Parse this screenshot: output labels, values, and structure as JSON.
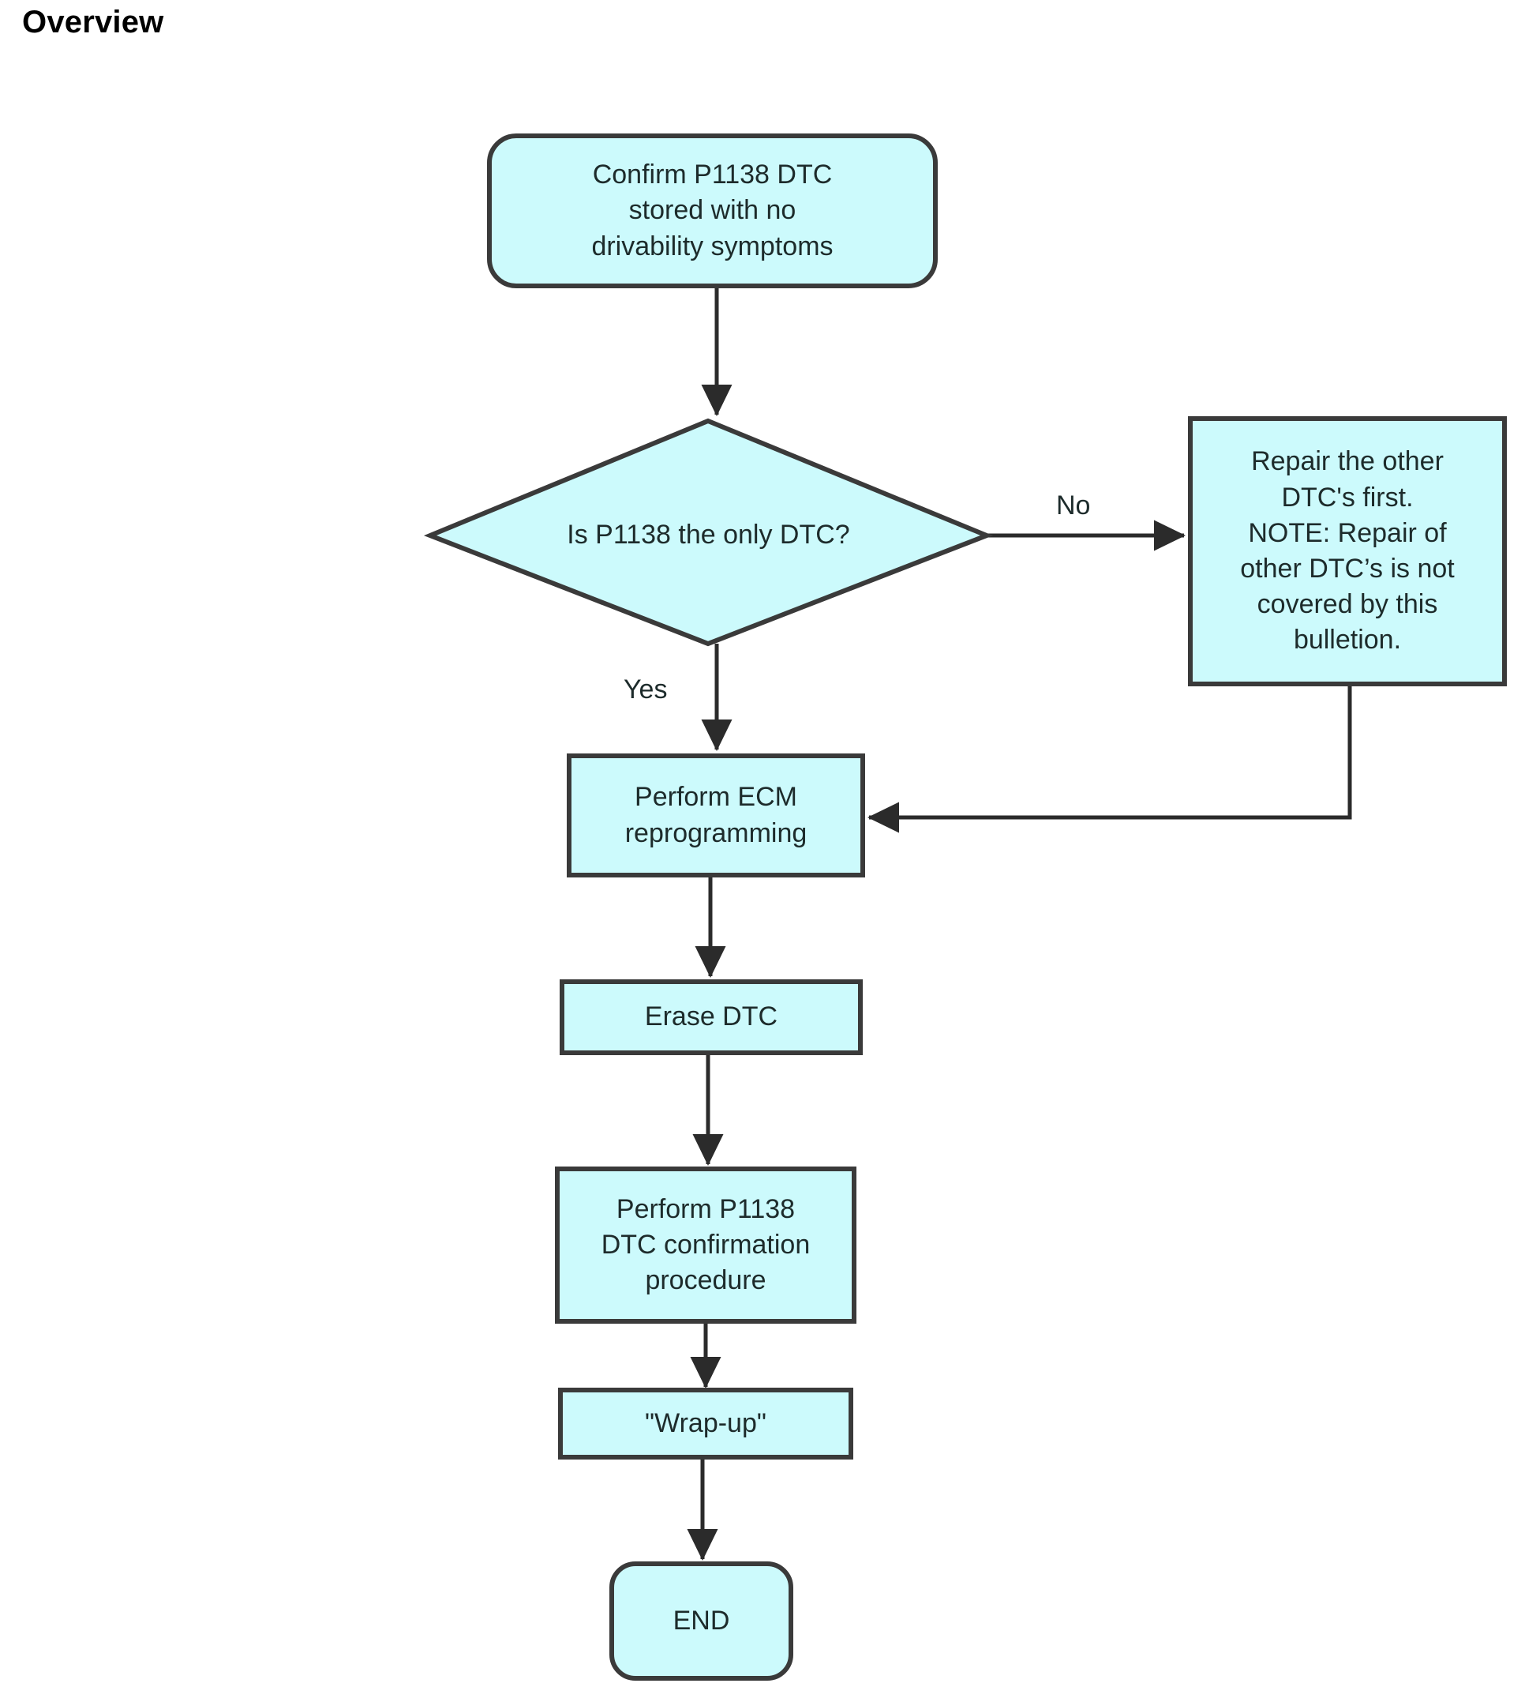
{
  "page": {
    "title": "Overview"
  },
  "colors": {
    "node_fill": "#ccfafc",
    "node_stroke": "#3a3a3a",
    "edge_stroke": "#2b2b2b",
    "text": "#1d2b2b",
    "background": "#ffffff"
  },
  "chart_data": {
    "type": "diagram",
    "title": "Overview",
    "diagram_kind": "flowchart",
    "orientation": "top-to-bottom",
    "nodes": [
      {
        "id": "start",
        "shape": "rounded-rectangle",
        "text": "Confirm P1138 DTC\nstored with no\ndrivability symptoms"
      },
      {
        "id": "decision",
        "shape": "diamond",
        "text": "Is P1138 the only DTC?"
      },
      {
        "id": "repair-other",
        "shape": "rectangle",
        "text": "Repair the other\nDTC's first.\nNOTE: Repair of\nother DTC’s is not\ncovered by this\nbulletion."
      },
      {
        "id": "ecm-reprogramming",
        "shape": "rectangle",
        "text": "Perform ECM\nreprogramming"
      },
      {
        "id": "erase-dtc",
        "shape": "rectangle",
        "text": "Erase DTC"
      },
      {
        "id": "confirmation",
        "shape": "rectangle",
        "text": "Perform P1138\nDTC confirmation\nprocedure"
      },
      {
        "id": "wrap-up",
        "shape": "rectangle",
        "text": "\"Wrap-up\""
      },
      {
        "id": "end",
        "shape": "rounded-rectangle",
        "text": "END"
      }
    ],
    "edges": [
      {
        "from": "start",
        "to": "decision",
        "label": ""
      },
      {
        "from": "decision",
        "to": "repair-other",
        "label": "No"
      },
      {
        "from": "decision",
        "to": "ecm-reprogramming",
        "label": "Yes"
      },
      {
        "from": "repair-other",
        "to": "ecm-reprogramming",
        "label": ""
      },
      {
        "from": "ecm-reprogramming",
        "to": "erase-dtc",
        "label": ""
      },
      {
        "from": "erase-dtc",
        "to": "confirmation",
        "label": ""
      },
      {
        "from": "confirmation",
        "to": "wrap-up",
        "label": ""
      },
      {
        "from": "wrap-up",
        "to": "end",
        "label": ""
      }
    ],
    "edge_labels": {
      "no": "No",
      "yes": "Yes"
    }
  }
}
